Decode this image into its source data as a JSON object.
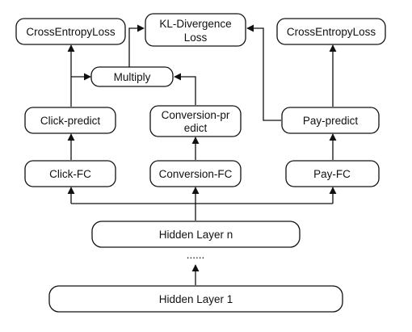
{
  "nodes": {
    "ce_left": "CrossEntropyLoss",
    "kl_line1": "KL-Divergence",
    "kl_line2": "Loss",
    "ce_right": "CrossEntropyLoss",
    "multiply": "Multiply",
    "click_predict": "Click-predict",
    "conv_predict_line1": "Conversion-pr",
    "conv_predict_line2": "edict",
    "pay_predict": "Pay-predict",
    "click_fc": "Click-FC",
    "conversion_fc": "Conversion-FC",
    "pay_fc": "Pay-FC",
    "hidden_n": "Hidden Layer n",
    "ellipsis": "......",
    "hidden_1": "Hidden Layer 1"
  }
}
